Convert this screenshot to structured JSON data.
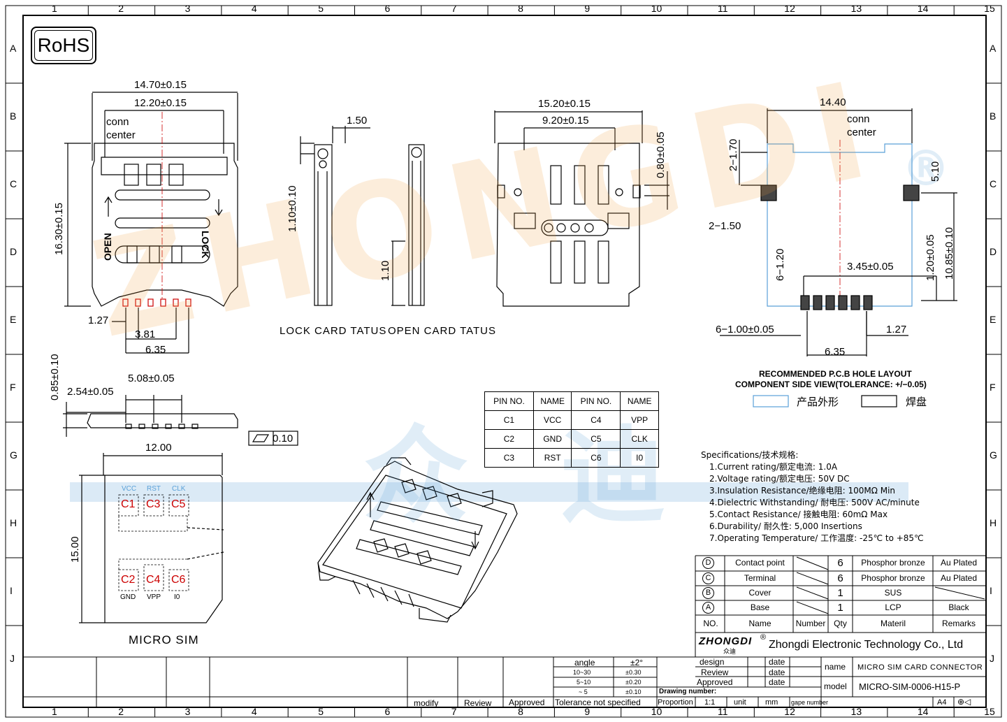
{
  "ruler": {
    "columns": [
      "1",
      "2",
      "3",
      "4",
      "5",
      "6",
      "7",
      "8",
      "9",
      "10",
      "11",
      "12",
      "13",
      "14",
      "15"
    ],
    "rows": [
      "A",
      "B",
      "C",
      "D",
      "E",
      "F",
      "G",
      "H",
      "I",
      "J"
    ]
  },
  "rohs": "RoHS",
  "watermark": {
    "latin": "ZHONGDI",
    "cjk": "众 迪",
    "registered": "®"
  },
  "top_view": {
    "dim_overall": "14.70±0.15",
    "dim_inner": "12.20±0.15",
    "conn_center": [
      "conn",
      "center"
    ],
    "dim_height": "16.30±0.15",
    "open_label": "OPEN",
    "lock_label": "LOCK",
    "dim_pitch": "1.27",
    "dim_381": "3.81",
    "dim_635": "6.35"
  },
  "side_view": {
    "dim_150": "1.50",
    "dim_110_tol": "1.10±0.10",
    "dim_110": "1.10",
    "lock_label": "LOCK CARD TATUS",
    "open_label": "OPEN CARD TATUS"
  },
  "bottom_view": {
    "dim_overall": "15.20±0.15",
    "dim_inner": "9.20±0.15",
    "dim_080": "0.80±0.05"
  },
  "pcb": {
    "dim_width": "14.40",
    "conn_center": [
      "conn",
      "center"
    ],
    "dim_2_170": "2−1.70",
    "dim_510": "5.10",
    "dim_2_150": "2−1.50",
    "dim_6_120": "6−1.20",
    "dim_120": "1.20±0.05",
    "dim_1085": "10.85±0.10",
    "dim_345": "3.45±0.05",
    "dim_6_100": "6−1.00±0.05",
    "dim_127": "1.27",
    "dim_635": "6.35",
    "title1": "RECOMMENDED P.C.B HOLE LAYOUT",
    "title2": "COMPONENT SIDE VIEW(TOLERANCE: +/−0.05)",
    "legend_outline": "产品外形",
    "legend_pad": "焊盘"
  },
  "front_view": {
    "dim_085": "0.85±0.10",
    "dim_508": "5.08±0.05",
    "dim_254": "2.54±0.05",
    "flatness": "0.10"
  },
  "sim": {
    "dim_width": "12.00",
    "dim_height": "15.00",
    "top_names": [
      "VCC",
      "RST",
      "CLK"
    ],
    "top_pins": [
      "C1",
      "C3",
      "C5"
    ],
    "bottom_pins": [
      "C2",
      "C4",
      "C6"
    ],
    "bottom_names": [
      "GND",
      "VPP",
      "I0"
    ],
    "label": "MICRO SIM"
  },
  "pin_table": {
    "headers": [
      "PIN NO.",
      "NAME",
      "PIN NO.",
      "NAME"
    ],
    "rows": [
      [
        "C1",
        "VCC",
        "C4",
        "VPP"
      ],
      [
        "C2",
        "GND",
        "C5",
        "CLK"
      ],
      [
        "C3",
        "RST",
        "C6",
        "I0"
      ]
    ]
  },
  "specs": {
    "title": "Specifications/技术规格:",
    "items": [
      "1.Current rating/额定电流: 1.0A",
      "2.Voltage rating/额定电压: 50V DC",
      "3.Insulation Resistance/绝缘电阻: 100MΩ Min",
      "4.Dielectric Withstanding/ 耐电压: 500V AC/minute",
      "5.Contact Resistance/ 接触电阻: 60mΩ Max",
      "6.Durability/ 耐久性: 5,000 Insertions",
      "7.Operating Temperature/ 工作温度: -25℃ to +85℃"
    ]
  },
  "bom": {
    "rows": [
      {
        "no": "D",
        "name": "Contact point",
        "number": "",
        "qty": "6",
        "material": "Phosphor bronze",
        "remarks": "Au Plated"
      },
      {
        "no": "C",
        "name": "Terminal",
        "number": "",
        "qty": "6",
        "material": "Phosphor bronze",
        "remarks": "Au Plated"
      },
      {
        "no": "B",
        "name": "Cover",
        "number": "",
        "qty": "1",
        "material": "SUS",
        "remarks": ""
      },
      {
        "no": "A",
        "name": "Base",
        "number": "",
        "qty": "1",
        "material": "LCP",
        "remarks": "Black"
      }
    ],
    "header": {
      "no": "NO.",
      "name": "Name",
      "number": "Number",
      "qty": "Qty",
      "material": "Materil",
      "remarks": "Remarks"
    }
  },
  "company": {
    "logo_text": "ZHONGDI",
    "logo_sub": "众迪",
    "registered": "®",
    "name": "Zhongdi Electronic Technology Co., Ltd"
  },
  "title_block": {
    "tol_angle": "angle",
    "tol_angle_val": "±2°",
    "tol_rows": [
      [
        "10~30",
        "±0.30"
      ],
      [
        "5~10",
        "±0.20"
      ],
      [
        "~ 5",
        "±0.10"
      ]
    ],
    "tol_title": "Tolerance not specified",
    "modify": "modify",
    "review": "Review",
    "approved": "Approved",
    "design": "design",
    "review2": "Review",
    "approved2": "Approved",
    "date": "date",
    "drawing_number": "Drawing number:",
    "proportion": "Proportion",
    "scale": "1:1",
    "unit": "unit",
    "mm": "mm",
    "gape_number": "gape number",
    "size": "A4",
    "name_label": "name",
    "name_value": "MICRO SIM CARD CONNECTOR",
    "model_label": "model",
    "model_value": "MICRO-SIM-0006-H15-P"
  }
}
